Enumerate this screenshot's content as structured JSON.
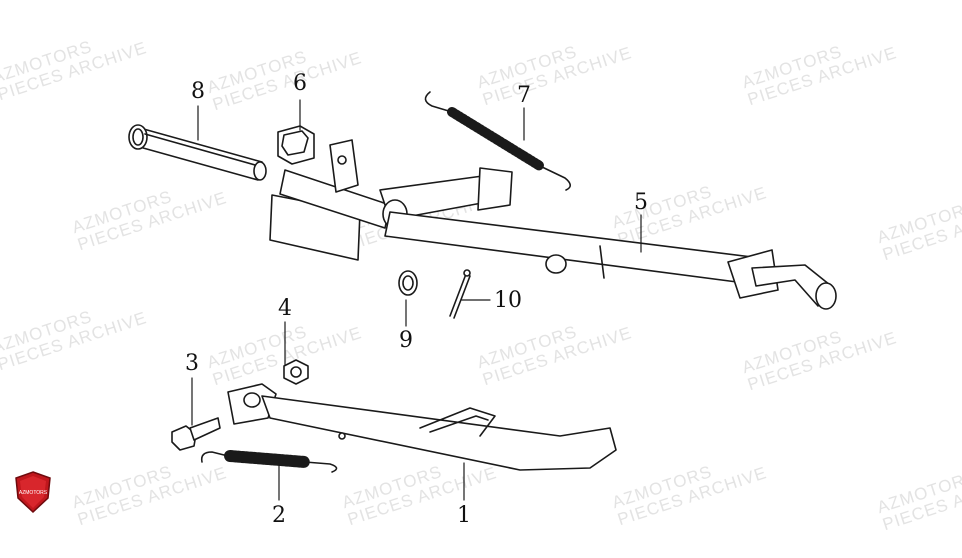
{
  "diagram": {
    "callouts": [
      {
        "id": "1",
        "text": "1"
      },
      {
        "id": "2",
        "text": "2"
      },
      {
        "id": "3",
        "text": "3"
      },
      {
        "id": "4",
        "text": "4"
      },
      {
        "id": "5",
        "text": "5"
      },
      {
        "id": "6",
        "text": "6"
      },
      {
        "id": "7",
        "text": "7"
      },
      {
        "id": "8",
        "text": "8"
      },
      {
        "id": "9",
        "text": "9"
      },
      {
        "id": "10",
        "text": "10"
      }
    ]
  },
  "watermark": {
    "line1": "AZMOTORS",
    "line2": "PIECES ARCHIVE",
    "color": "#e3e3e3"
  },
  "logo": {
    "text": "AZMOTORS",
    "color": "#c0171d"
  }
}
